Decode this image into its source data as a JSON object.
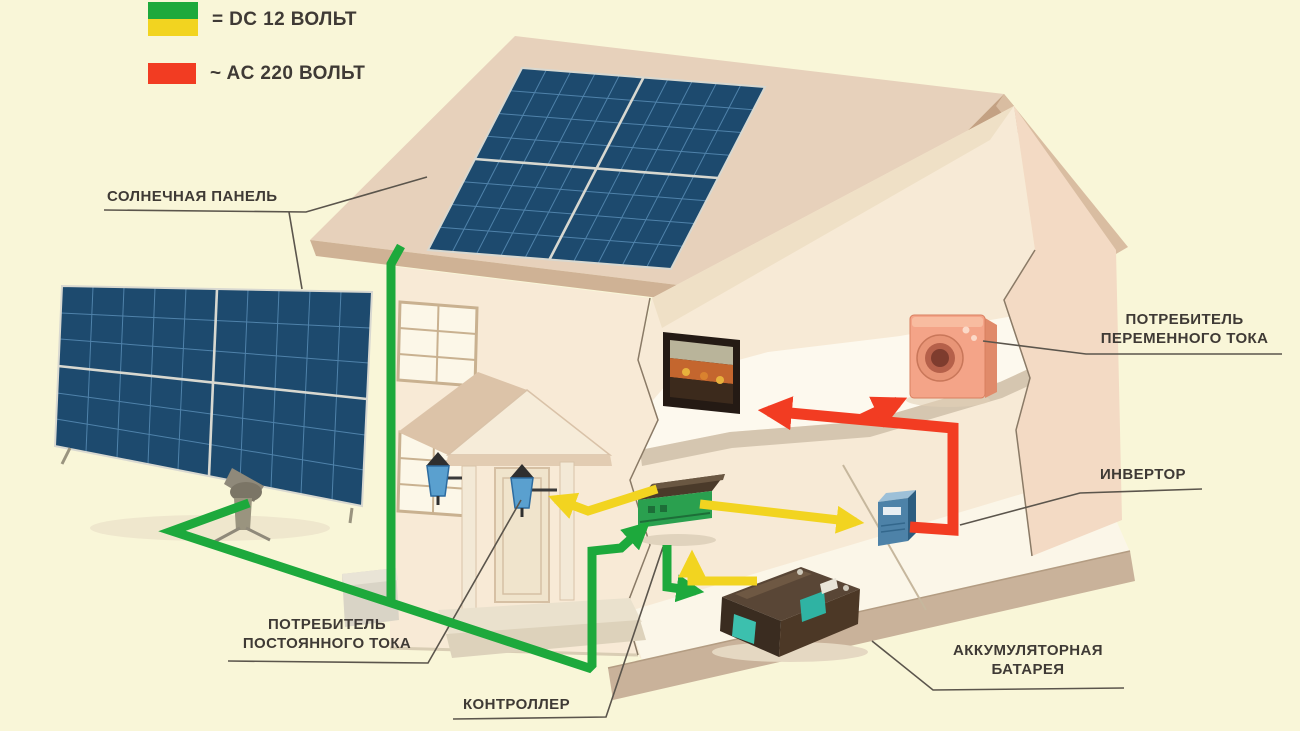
{
  "legend": {
    "dc_label": "= DC 12 ВОЛЬТ",
    "ac_label": "~ AC 220 ВОЛЬТ"
  },
  "labels": {
    "solar_panel": "СОЛНЕЧНАЯ ПАНЕЛЬ",
    "ac_consumer": [
      "ПОТРЕБИТЕЛЬ",
      "ПЕРЕМЕННОГО ТОКА"
    ],
    "inverter": "ИНВЕРТОР",
    "battery": [
      "АККУМУЛЯТОРНАЯ",
      "БАТАРЕЯ"
    ],
    "controller": "КОНТРОЛЛЕР",
    "dc_consumer": [
      "ПОТРЕБИТЕЛЬ",
      "ПОСТОЯННОГО ТОКА"
    ]
  },
  "colors": {
    "dc_green": "#1da93c",
    "dc_yellow": "#f2d420",
    "ac_red": "#f23c22",
    "panel_blue": "#1d4a6e",
    "background": "#f9f6d8"
  }
}
